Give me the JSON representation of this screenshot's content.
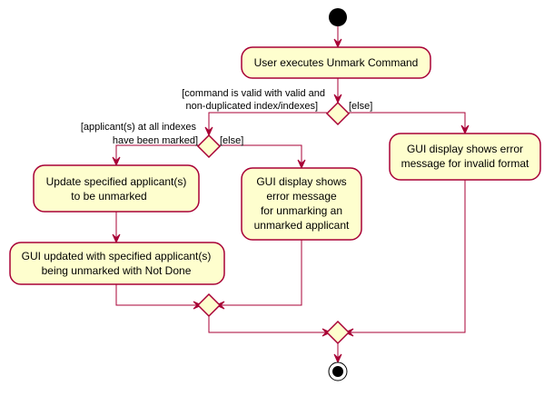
{
  "activities": {
    "execute": [
      "User executes Unmark Command"
    ],
    "update": [
      "Update specified applicant(s)",
      "to be unmarked"
    ],
    "gui_updated": [
      "GUI updated with specified applicant(s)",
      "being unmarked with Not Done"
    ],
    "error_unmarking": [
      "GUI display shows",
      "error message",
      "for unmarking an",
      "unmarked  applicant"
    ],
    "error_format": [
      "GUI display shows error",
      "message for invalid format"
    ]
  },
  "guards": {
    "valid": [
      "[command is valid with valid and",
      "non-duplicated index/indexes]"
    ],
    "else_outer": "[else]",
    "marked": [
      "[applicant(s) at all indexes",
      "have been marked]"
    ],
    "else_inner": "[else]"
  },
  "colors": {
    "activity_fill": "#FEFECE",
    "border": "#A80036",
    "node": "#000000"
  }
}
